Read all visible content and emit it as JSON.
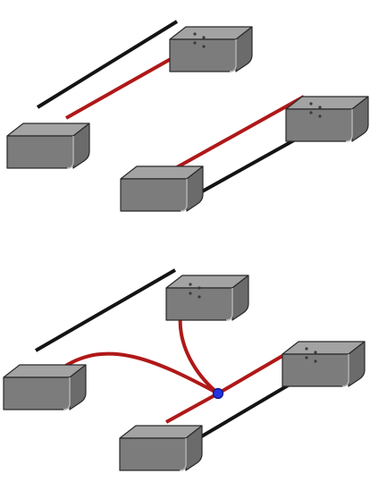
{
  "figure": {
    "background": "#ffffff",
    "colors": {
      "block_top": "#9a9a9a",
      "block_front": "#7a7a7a",
      "block_side": "#6a6a6a",
      "block_edge": "#2a2a2a",
      "hole": "#3a3a3a",
      "black_wire": "#141414",
      "red_wire": "#b01818",
      "junction_node": "#2233dd"
    },
    "assemblies": [
      {
        "name": "assembly-top-left"
      },
      {
        "name": "assembly-middle-right"
      },
      {
        "name": "assembly-bottom-branched"
      }
    ]
  }
}
